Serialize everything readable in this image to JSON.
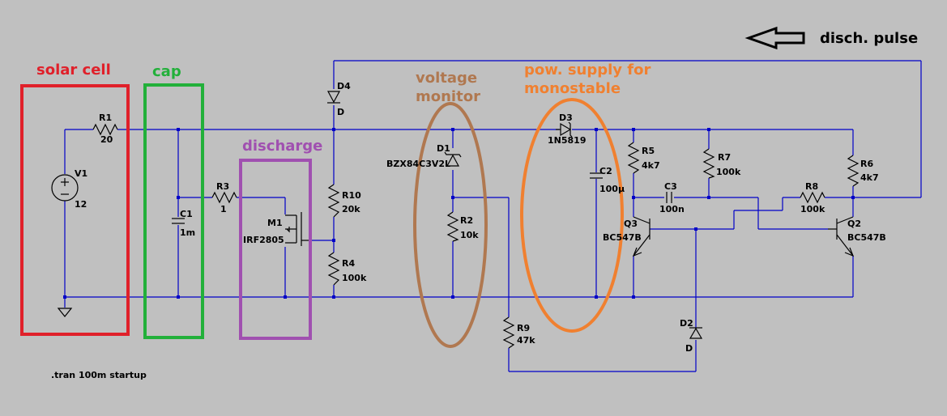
{
  "annotations": {
    "solar_cell": "solar cell",
    "cap": "cap",
    "discharge": "discharge",
    "voltage_monitor_1": "voltage",
    "voltage_monitor_2": "monitor",
    "pow_supply_1": "pow. supply for",
    "pow_supply_2": "monostable",
    "disch_pulse": "disch. pulse"
  },
  "colors": {
    "solar": "#e0202a",
    "cap": "#22b03a",
    "discharge": "#a050b0",
    "voltage": "#b07850",
    "power": "#f08030",
    "wire": "#0000c8"
  },
  "components": {
    "R1": {
      "name": "R1",
      "value": "20"
    },
    "V1": {
      "name": "V1",
      "value": "12"
    },
    "C1": {
      "name": "C1",
      "value": "1m"
    },
    "R3": {
      "name": "R3",
      "value": "1"
    },
    "M1": {
      "name": "M1",
      "value": "IRF2805"
    },
    "D4": {
      "name": "D4",
      "value": "D"
    },
    "R10": {
      "name": "R10",
      "value": "20k"
    },
    "R4": {
      "name": "R4",
      "value": "100k"
    },
    "D1": {
      "name": "D1",
      "value": "BZX84C3V2L"
    },
    "R2": {
      "name": "R2",
      "value": "10k"
    },
    "R9": {
      "name": "R9",
      "value": "47k"
    },
    "D3": {
      "name": "D3",
      "value": "1N5819"
    },
    "C2": {
      "name": "C2",
      "value": "100µ"
    },
    "R5": {
      "name": "R5",
      "value": "4k7"
    },
    "R7": {
      "name": "R7",
      "value": "100k"
    },
    "C3": {
      "name": "C3",
      "value": "100n"
    },
    "Q3": {
      "name": "Q3",
      "value": "BC547B"
    },
    "D2": {
      "name": "D2",
      "value": "D"
    },
    "R8": {
      "name": "R8",
      "value": "100k"
    },
    "R6": {
      "name": "R6",
      "value": "4k7"
    },
    "Q2": {
      "name": "Q2",
      "value": "BC547B"
    }
  },
  "directive": ".tran 100m startup"
}
